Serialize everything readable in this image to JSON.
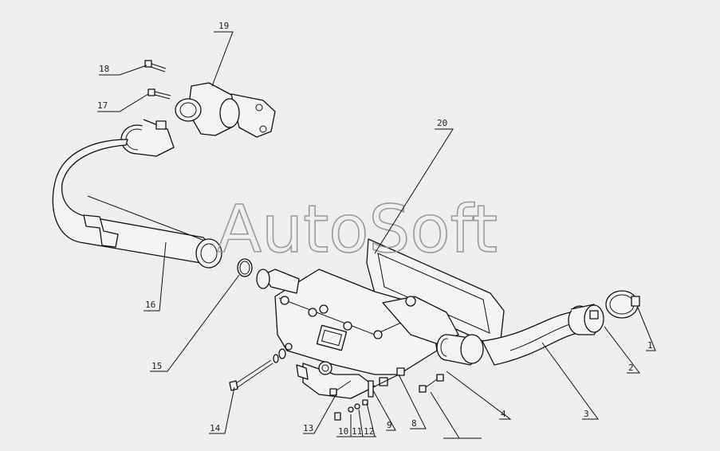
{
  "watermark": "AutoSoft",
  "callouts": [
    {
      "id": "c18",
      "label": "18"
    },
    {
      "id": "c19",
      "label": "19"
    },
    {
      "id": "c17",
      "label": "17"
    },
    {
      "id": "c20",
      "label": "20"
    },
    {
      "id": "c16",
      "label": "16"
    },
    {
      "id": "c15",
      "label": "15"
    },
    {
      "id": "c14",
      "label": "14"
    },
    {
      "id": "c13",
      "label": "13"
    },
    {
      "id": "c10",
      "label": "10"
    },
    {
      "id": "c11",
      "label": "11"
    },
    {
      "id": "c12",
      "label": "12"
    },
    {
      "id": "c9",
      "label": "9"
    },
    {
      "id": "c8",
      "label": "8"
    },
    {
      "id": "c4",
      "label": "4"
    },
    {
      "id": "c3",
      "label": "3"
    },
    {
      "id": "c2",
      "label": "2"
    },
    {
      "id": "c1",
      "label": "1"
    }
  ]
}
